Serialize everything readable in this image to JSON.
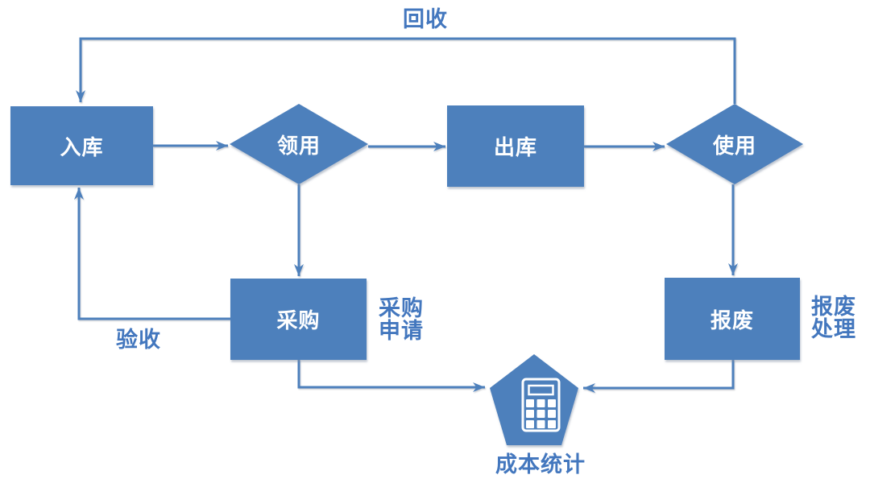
{
  "diagram": {
    "title": "asset-flow-diagram",
    "colors": {
      "shape_fill": "#4e80bc",
      "line": "#4e80bc",
      "edge_label_text": "#4377be",
      "node_text": "#ffffff",
      "background": "#ffffff"
    },
    "nodes": {
      "inbound": {
        "label": "入库",
        "shape": "rect"
      },
      "requisition": {
        "label": "领用",
        "shape": "diamond"
      },
      "outbound": {
        "label": "出库",
        "shape": "rect"
      },
      "usage": {
        "label": "使用",
        "shape": "diamond"
      },
      "purchase": {
        "label": "采购",
        "shape": "rect"
      },
      "scrap": {
        "label": "报废",
        "shape": "rect"
      },
      "cost": {
        "label": "成本统计",
        "shape": "pentagon",
        "icon": "calculator-icon"
      }
    },
    "edge_labels": {
      "recycle": "回收",
      "acceptance": "验收",
      "purchase_request_line1": "采购",
      "purchase_request_line2": "申请",
      "scrap_disposal_line1": "报废",
      "scrap_disposal_line2": "处理"
    }
  }
}
